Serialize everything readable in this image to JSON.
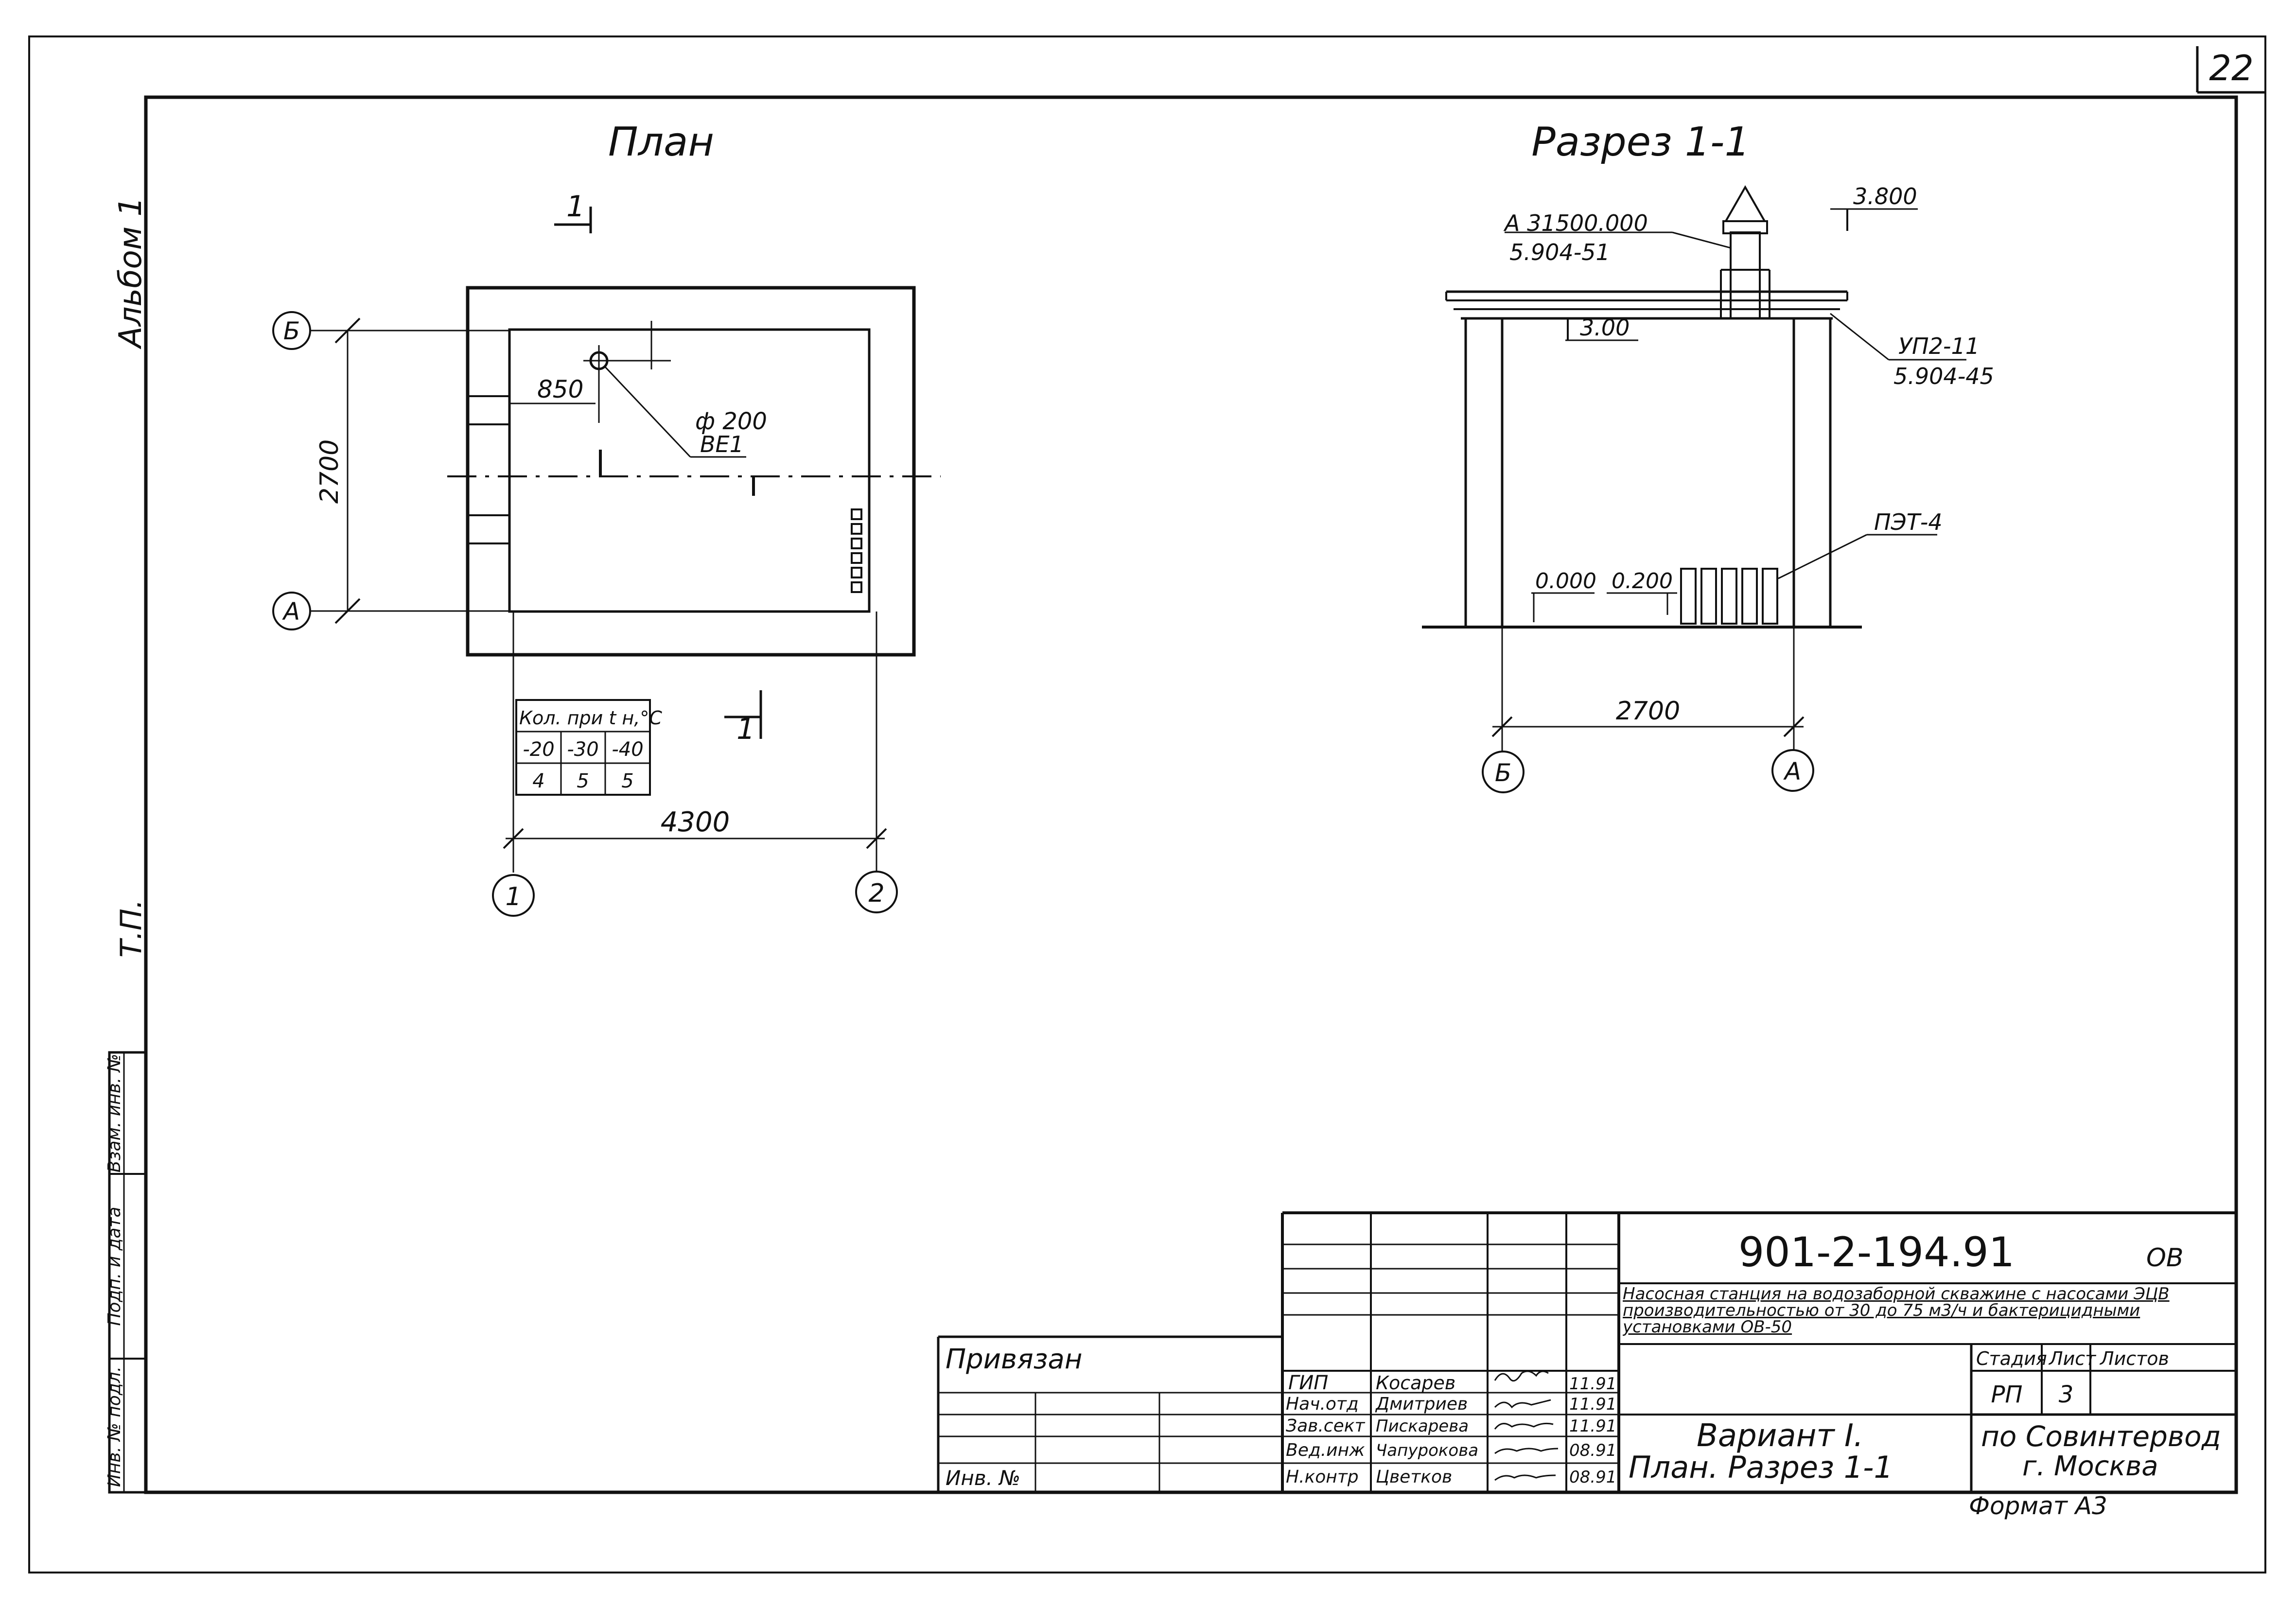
{
  "sheet_number": "22",
  "album": "Альбом 1",
  "tp": "Т.П.",
  "left_stamp": [
    "Инв. № подл.",
    "Подп. и дата",
    "Взам. инв. №"
  ],
  "plan": {
    "title": "План",
    "section_mark": "1",
    "axis_b": "Б",
    "axis_a": "А",
    "axis_1": "1",
    "axis_2": "2",
    "dim_850": "850",
    "dim_2700": "2700",
    "dim_4300": "4300",
    "well_dia": "ф 200",
    "well_code": "ВЕ1",
    "table_header": "Кол. при t н,°C",
    "table_temps": [
      "-20",
      "-30",
      "-40"
    ],
    "table_counts": [
      "4",
      "5",
      "5"
    ]
  },
  "section": {
    "title": "Разрез 1-1",
    "label_a": "А 31500.000",
    "label_a_sub": "5.904-51",
    "mark_top": "3.800",
    "mark_300": "3.00",
    "up_label": "УП2-11",
    "up_sub": "5.904-45",
    "pet_label": "ПЭТ-4",
    "mark_0": "0.000",
    "mark_02": "0.200",
    "dim_2700": "2700",
    "axis_b": "Б",
    "axis_a": "А"
  },
  "title_block": {
    "code": "901-2-194.91",
    "section_code": "ОВ",
    "description": "Насосная станция на водозаборной скважине с насосами ЭЦВ производительностью от 30 до 75 м3/ч и бактерицидными установками ОВ-50",
    "privyazan": "Привязан",
    "inv_no": "Инв. №",
    "roles": [
      "ГИП",
      "Нач.отд",
      "Зав.сект",
      "Вед.инж",
      "Н.контр"
    ],
    "names": [
      "Косарев",
      "Дмитриев",
      "Пискарева",
      "Чапурокова",
      "Цветков"
    ],
    "dates": [
      "11.91",
      "11.91",
      "11.91",
      "08.91",
      "08.91"
    ],
    "stage_label": "Стадия",
    "sheet_label": "Лист",
    "sheets_label": "Листов",
    "stage": "РП",
    "sheet": "3",
    "variant": "Вариант I.",
    "sheet_title": "План. Разрез 1-1",
    "org": "по Совинтервод",
    "city": "г. Москва",
    "format": "Формат А3"
  }
}
